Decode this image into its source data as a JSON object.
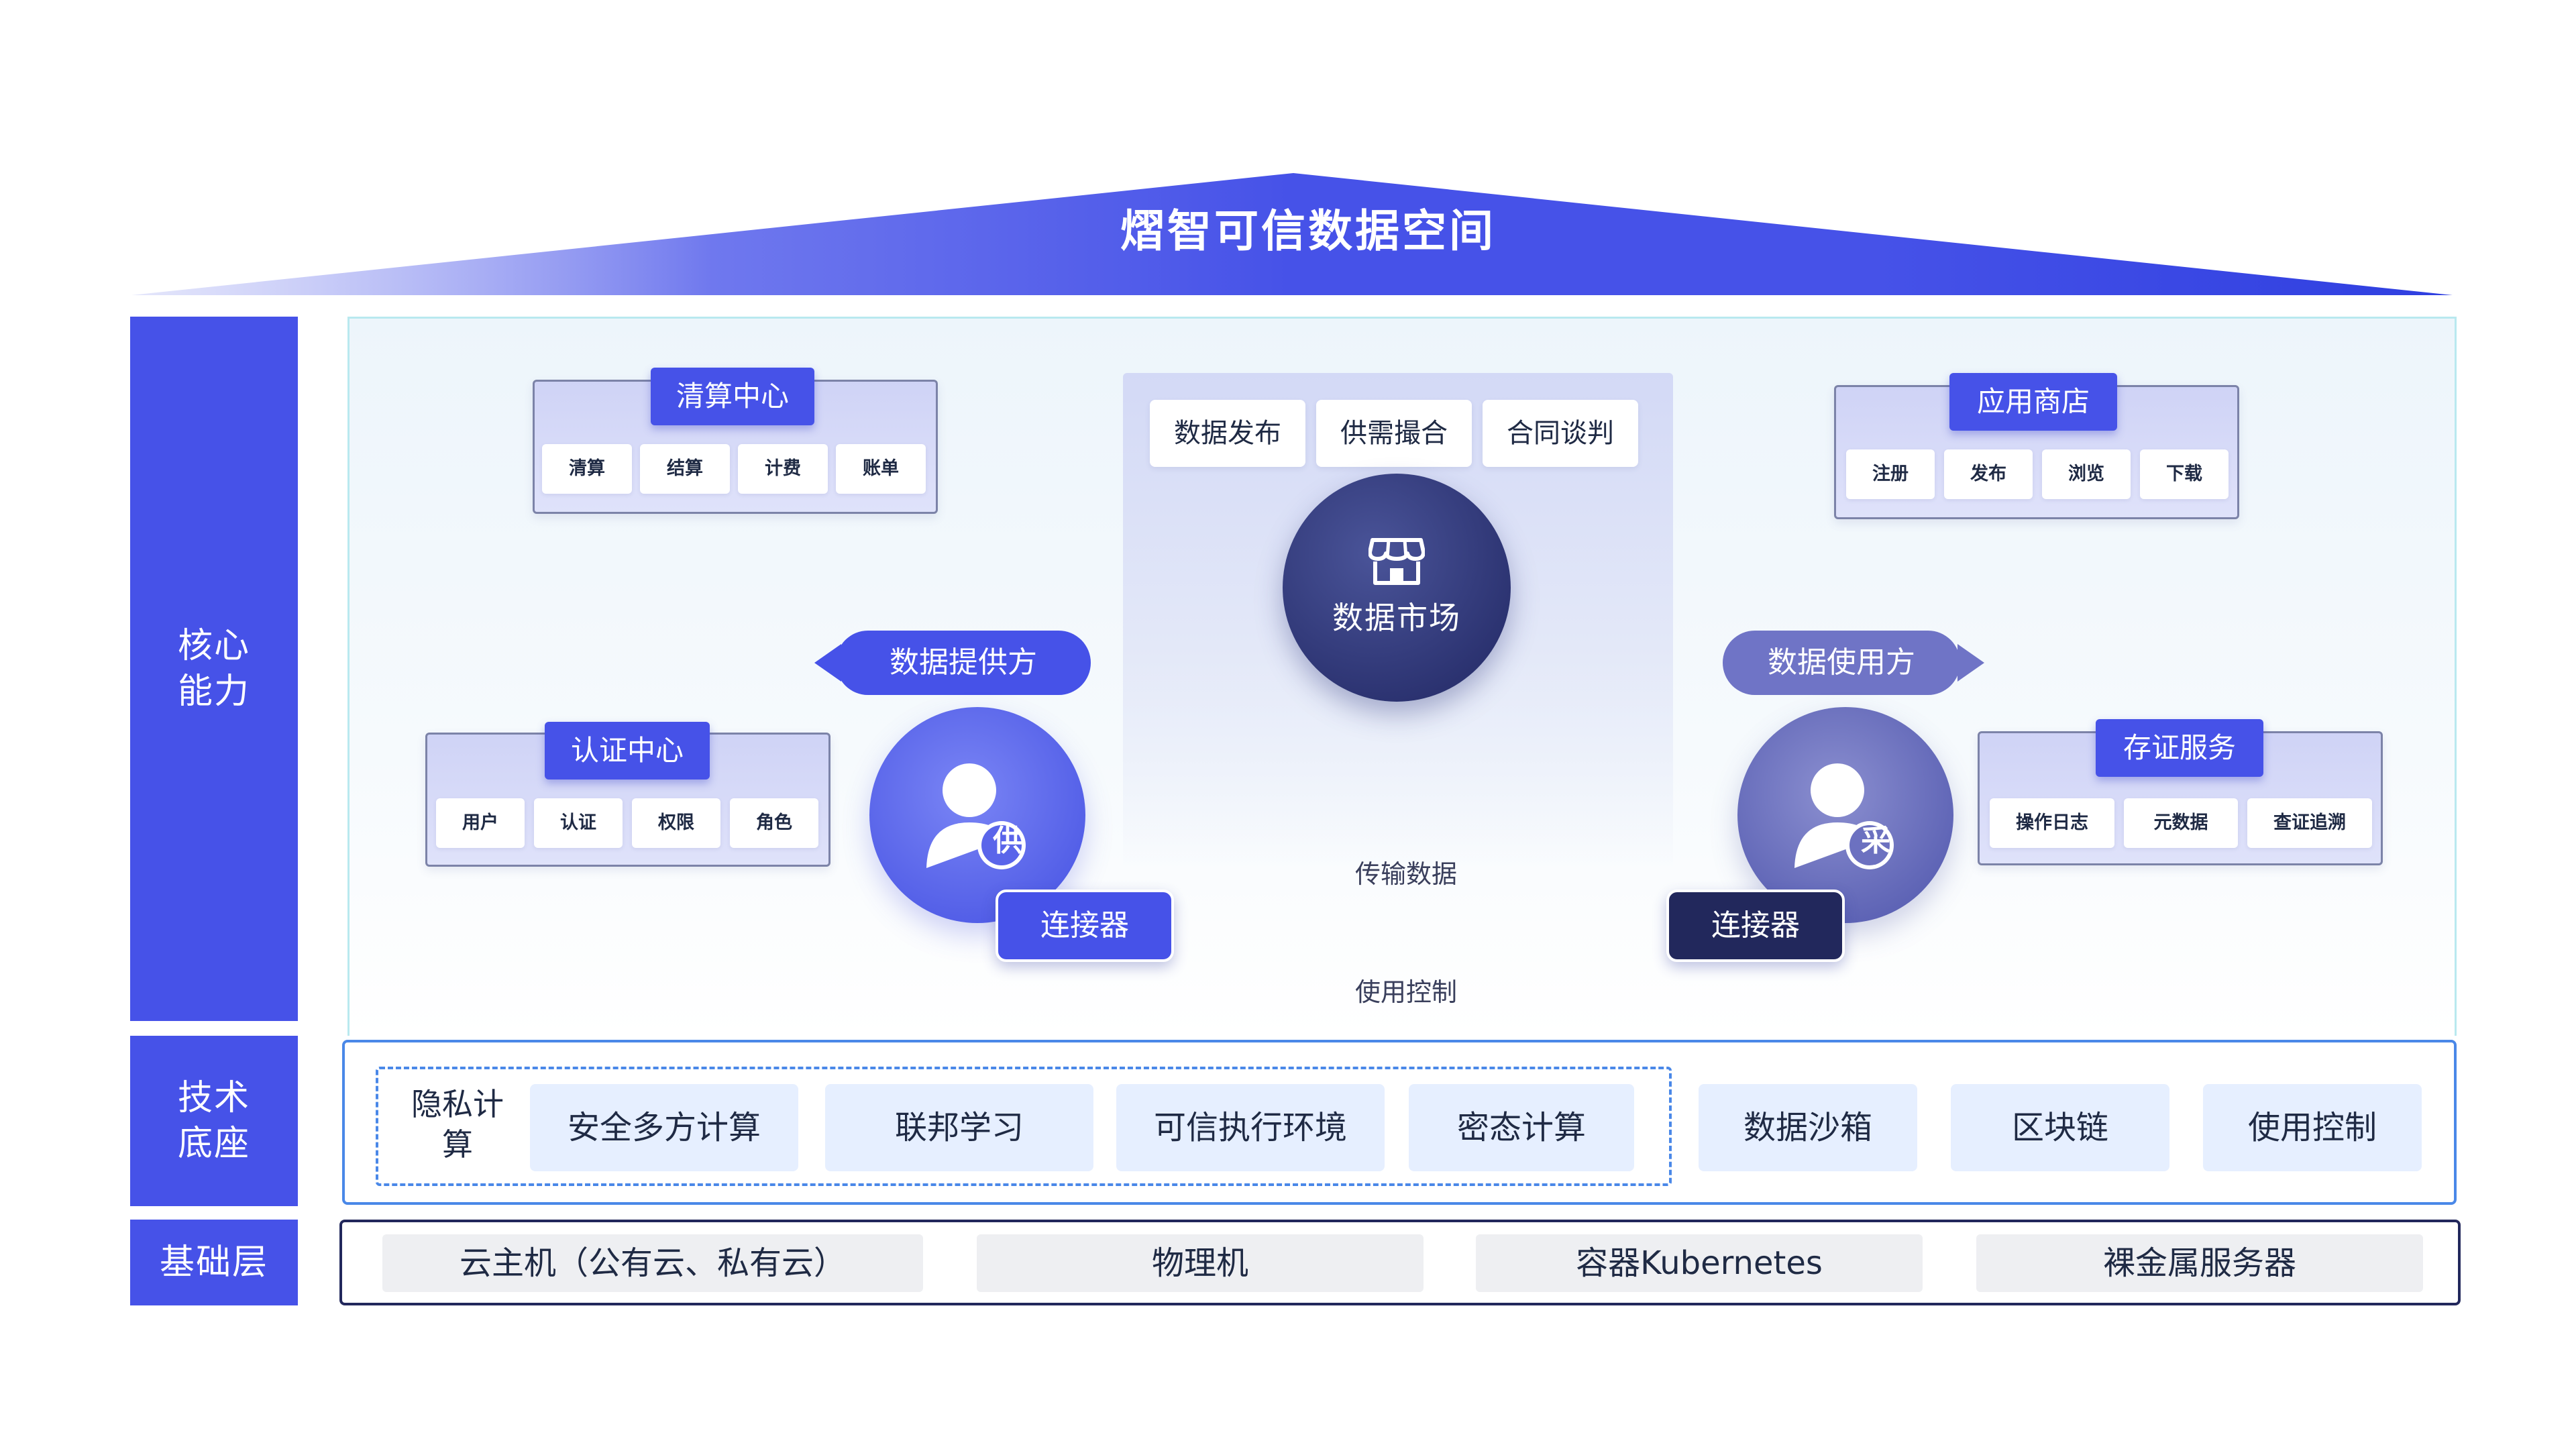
{
  "roof": {
    "title": "熠智可信数据空间"
  },
  "layers": {
    "core": "核心能力",
    "tech": "技术底座",
    "base": "基础层"
  },
  "modules": {
    "clearing": {
      "title": "清算中心",
      "items": [
        "清算",
        "结算",
        "计费",
        "账单"
      ]
    },
    "appstore": {
      "title": "应用商店",
      "items": [
        "注册",
        "发布",
        "浏览",
        "下载"
      ]
    },
    "auth": {
      "title": "认证中心",
      "items": [
        "用户",
        "认证",
        "权限",
        "角色"
      ]
    },
    "evidence": {
      "title": "存证服务",
      "items": [
        "操作日志",
        "元数据",
        "查证追溯"
      ]
    }
  },
  "market": {
    "items": [
      "数据发布",
      "供需撮合",
      "合同谈判"
    ],
    "label": "数据市场",
    "icon": "store-icon"
  },
  "supply": {
    "tag": "数据提供方",
    "badge": "供",
    "connector": "连接器"
  },
  "demand": {
    "tag": "数据使用方",
    "badge": "采",
    "connector": "连接器"
  },
  "flow": {
    "top": "传输数据",
    "bottom": "使用控制"
  },
  "tech": {
    "privacy_label": "隐私计算",
    "privacy_items": [
      "安全多方计算",
      "联邦学习",
      "可信执行环境",
      "密态计算"
    ],
    "other_items": [
      "数据沙箱",
      "区块链",
      "使用控制"
    ]
  },
  "base": {
    "items": [
      "云主机（公有云、私有云）",
      "物理机",
      "容器Kubernetes",
      "裸金属服务器"
    ]
  },
  "colors": {
    "primary": "#4652e8",
    "dark": "#22285c",
    "tech_border": "#4a88e8",
    "panel_border": "#b9e9ef"
  }
}
